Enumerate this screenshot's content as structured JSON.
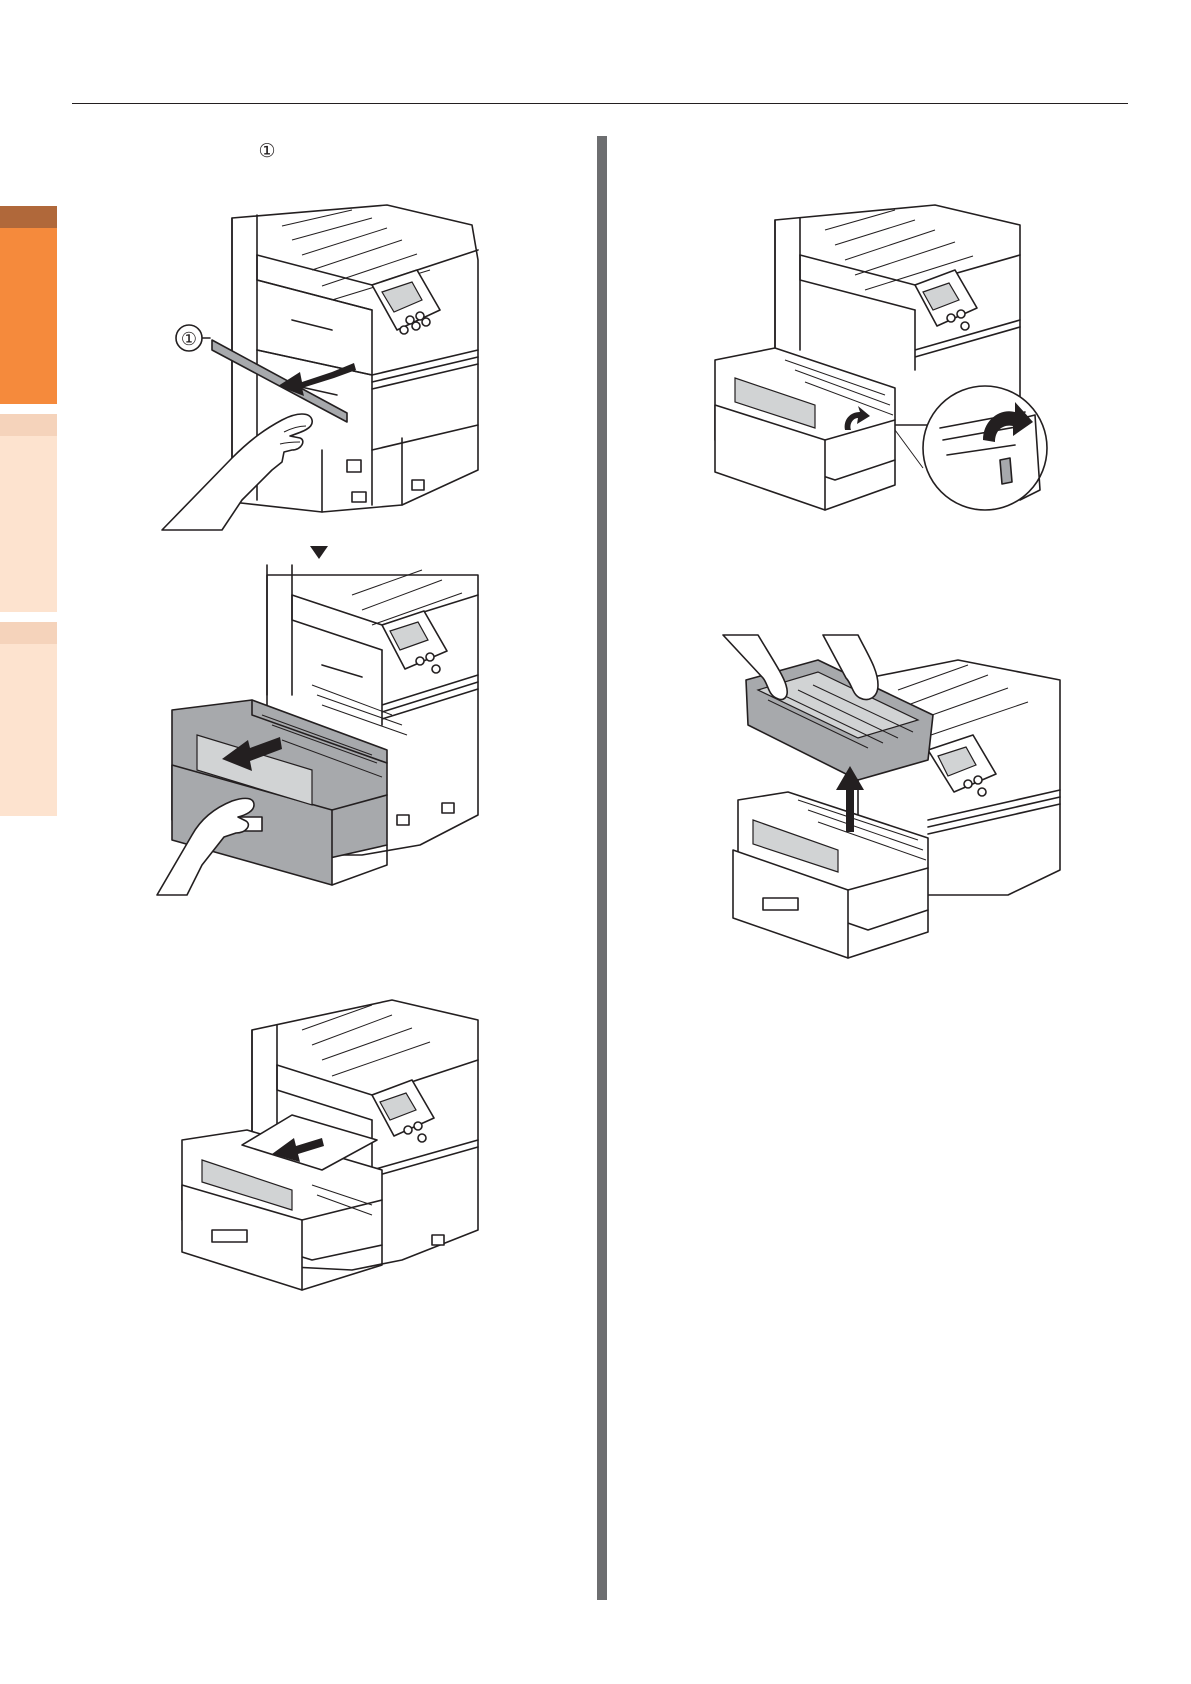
{
  "header": {
    "title": ""
  },
  "side_tabs": [
    {
      "name": "chapter-1",
      "cap_color": "#b0683a",
      "body_color": "#f58a3c"
    },
    {
      "name": "chapter-2",
      "cap_color": "#f5d3bb",
      "body_color": "#fde3cf"
    },
    {
      "name": "chapter-3",
      "cap_color": "#f5d3bb",
      "body_color": "#fde3cf"
    }
  ],
  "markers": {
    "step_callout": "①",
    "figure_callout": "①"
  },
  "figures": [
    {
      "icon": "printer-pull-handle-illustration"
    },
    {
      "icon": "printer-pull-out-unit-illustration"
    },
    {
      "icon": "printer-remove-paper-illustration"
    },
    {
      "icon": "printer-release-levers-illustration"
    },
    {
      "icon": "printer-lift-fuser-illustration"
    }
  ]
}
